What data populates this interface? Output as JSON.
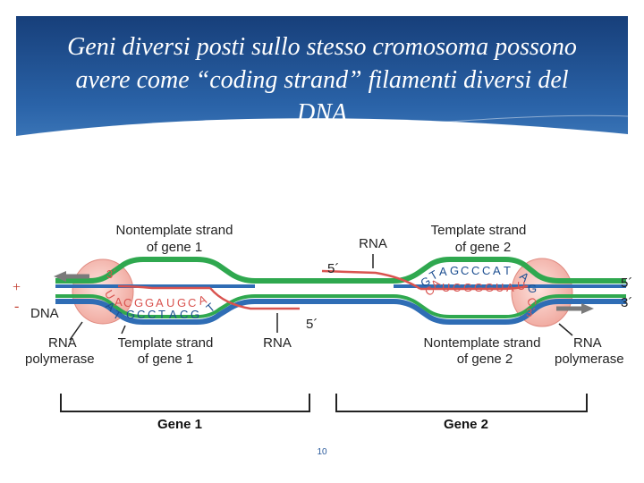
{
  "slide": {
    "title": "Geni diversi posti sullo stesso cromosoma possono avere come “coding strand” filamenti diversi del DNA",
    "page_number": "10"
  },
  "colors": {
    "header_blue": "#1d4f91",
    "header_light_blue": "#4f8bc9",
    "dna_green": "#2fa84f",
    "dna_blue": "#2f6db5",
    "rna_red": "#d9534f",
    "polymerase_pink": "#f4b6ae",
    "arrow_gray": "#7a7a7a",
    "sign_red": "#c0392b"
  },
  "diagram": {
    "plus_sign": "+",
    "minus_sign": "-",
    "dna_label": "DNA",
    "gene1": {
      "top_label_line1": "Nontemplate strand",
      "top_label_line2": "of gene 1",
      "bottom_label_line1": "Template strand",
      "bottom_label_line2": "of gene 1",
      "polymerase_line1": "RNA",
      "polymerase_line2": "polymerase",
      "rna_label": "RNA",
      "rna_end": "5´",
      "rna_bases": [
        "3´",
        "U",
        "A",
        "C",
        "G",
        "G",
        "A",
        "U",
        "G",
        "C",
        "A"
      ],
      "dna_bases": [
        "A",
        "T",
        "G",
        "C",
        "C",
        "T",
        "A",
        "C",
        "G",
        "T"
      ],
      "bracket_label": "Gene 1"
    },
    "gene2": {
      "top_label_line1": "Template strand",
      "top_label_line2": "of gene 2",
      "bottom_label_line1": "Nontemplate strand",
      "bottom_label_line2": "of gene 2",
      "polymerase_line1": "RNA",
      "polymerase_line2": "polymerase",
      "rna_label": "RNA",
      "rna_end": "5´",
      "dna_bases": [
        "G",
        "T",
        "A",
        "G",
        "C",
        "C",
        "C",
        "A",
        "T",
        "A",
        "G"
      ],
      "rna_bases": [
        "C",
        "A",
        "U",
        "C",
        "G",
        "G",
        "G",
        "U",
        "A",
        "U",
        "C",
        "3´"
      ],
      "bracket_label": "Gene 2"
    },
    "right_end_top": "5´",
    "right_end_bottom": "3´"
  }
}
